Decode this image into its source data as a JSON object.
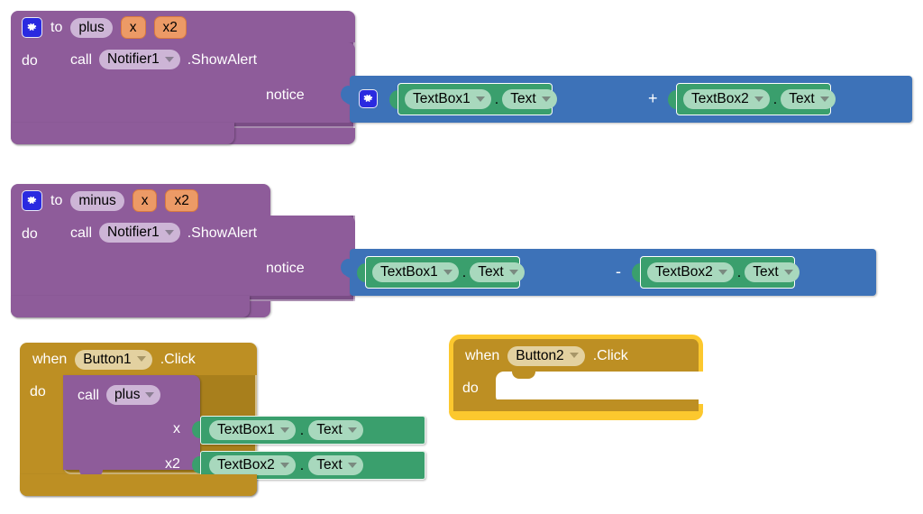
{
  "app": {
    "name": "MIT App Inventor Blocks Editor",
    "canvas_background": "#ffffff"
  },
  "colors": {
    "procedure_purple": "#8e5c9a",
    "procedure_purple_dark": "#7a4d85",
    "math_blue": "#3d72b8",
    "component_green": "#3a9f6d",
    "event_gold": "#bd8f23",
    "parameter_orange": "#ec9a66",
    "selection_highlight": "#fcc82e",
    "gear_icon_blue": "#2a2ae0"
  },
  "blocks": [
    {
      "id": "proc-plus",
      "type": "procedure-definition",
      "kind": "to-do",
      "gear_icon": "gear-icon",
      "to_label": "to",
      "name": "plus",
      "params": [
        "x",
        "x2"
      ],
      "do_label": "do",
      "body": {
        "type": "component-method-call",
        "call_label": "call",
        "component": "Notifier1",
        "method": ".ShowAlert",
        "args": [
          {
            "name": "notice",
            "value": {
              "type": "math-add",
              "gear_icon": "gear-icon",
              "operator": "+",
              "operands": [
                {
                  "component": "TextBox1",
                  "property": "Text",
                  "dot": "."
                },
                {
                  "component": "TextBox2",
                  "property": "Text",
                  "dot": "."
                }
              ]
            }
          }
        ]
      }
    },
    {
      "id": "proc-minus",
      "type": "procedure-definition",
      "kind": "to-do",
      "gear_icon": "gear-icon",
      "to_label": "to",
      "name": "minus",
      "params": [
        "x",
        "x2"
      ],
      "do_label": "do",
      "body": {
        "type": "component-method-call",
        "call_label": "call",
        "component": "Notifier1",
        "method": ".ShowAlert",
        "args": [
          {
            "name": "notice",
            "value": {
              "type": "math-subtract",
              "gear_icon": null,
              "operator": "-",
              "operands": [
                {
                  "component": "TextBox1",
                  "property": "Text",
                  "dot": "."
                },
                {
                  "component": "TextBox2",
                  "property": "Text",
                  "dot": "."
                }
              ]
            }
          }
        ]
      }
    },
    {
      "id": "event-button1",
      "type": "event-handler",
      "when_label": "when",
      "component": "Button1",
      "event": ".Click",
      "do_label": "do",
      "selected": false,
      "body": {
        "type": "procedure-call",
        "call_label": "call",
        "procedure": "plus",
        "args": [
          {
            "name": "x",
            "value": {
              "component": "TextBox1",
              "property": "Text",
              "dot": "."
            }
          },
          {
            "name": "x2",
            "value": {
              "component": "TextBox2",
              "property": "Text",
              "dot": "."
            }
          }
        ]
      }
    },
    {
      "id": "event-button2",
      "type": "event-handler",
      "when_label": "when",
      "component": "Button2",
      "event": ".Click",
      "do_label": "do",
      "selected": true,
      "body": null
    }
  ]
}
